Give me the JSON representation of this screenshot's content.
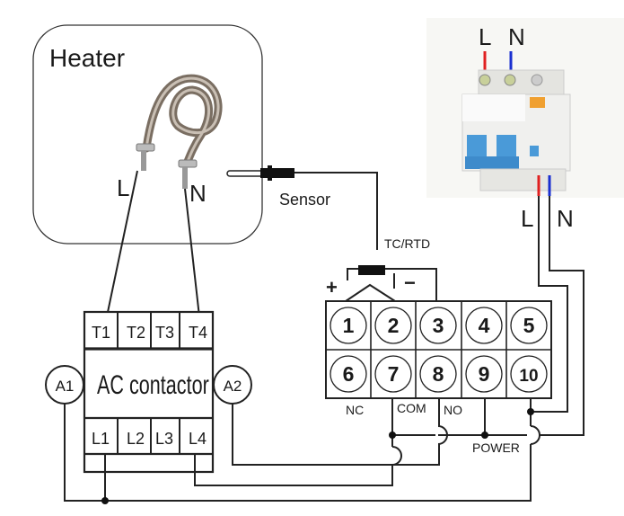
{
  "heater": {
    "title": "Heater",
    "terminal_l": "L",
    "terminal_n": "N"
  },
  "sensor": {
    "label": "Sensor",
    "type_label": "TC/RTD",
    "plus": "+",
    "minus": "−"
  },
  "breaker": {
    "top_l": "L",
    "top_n": "N",
    "bottom_l": "L",
    "bottom_n": "N",
    "colors": {
      "line": "#e02020",
      "neutral": "#1a2fd0",
      "toggle": "#4a9ad8",
      "test_button": "#f0a030"
    }
  },
  "contactor": {
    "title": "AC contactor",
    "top_terminals": [
      "T1",
      "T2",
      "T3",
      "T4"
    ],
    "bottom_terminals": [
      "L1",
      "L2",
      "L3",
      "L4"
    ],
    "coil_left": "A1",
    "coil_right": "A2"
  },
  "controller": {
    "top_row": [
      "1",
      "2",
      "3",
      "4",
      "5"
    ],
    "bottom_row": [
      "6",
      "7",
      "8",
      "9",
      "10"
    ],
    "label_nc": "NC",
    "label_com": "COM",
    "label_no": "NO",
    "label_power": "POWER"
  }
}
